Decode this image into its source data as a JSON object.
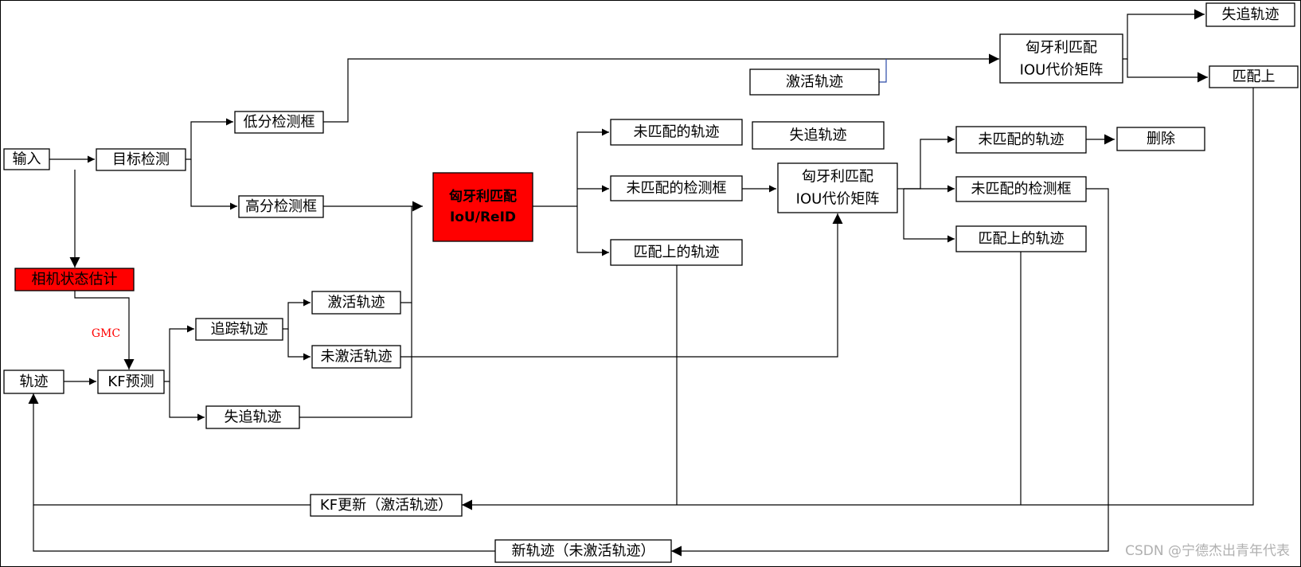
{
  "nodes": {
    "input": "输入",
    "target_detect": "目标检测",
    "low_score": "低分检测框",
    "high_score": "高分检测框",
    "camera_state": "相机状态估计",
    "tracks": "轨迹",
    "kf_predict": "KF预测",
    "tracking_tracks": "追踪轨迹",
    "activated": "激活轨迹",
    "unactivated": "未激活轨迹",
    "lost_left": "失追轨迹",
    "hungarian_main_1": "匈牙利匹配",
    "hungarian_main_2": "IoU/ReID",
    "unmatched_tracks": "未匹配的轨迹",
    "unmatched_dets": "未匹配的检测框",
    "matched_tracks": "匹配上的轨迹",
    "lost_mid": "失追轨迹",
    "hungarian_mid_1": "匈牙利匹配",
    "hungarian_mid_2": "IOU代价矩阵",
    "unmatched_tracks_r": "未匹配的轨迹",
    "delete": "删除",
    "unmatched_dets_r": "未匹配的检测框",
    "matched_tracks_r": "匹配上的轨迹",
    "activated_top": "激活轨迹",
    "hungarian_top_1": "匈牙利匹配",
    "hungarian_top_2": "IOU代价矩阵",
    "lost_top": "失追轨迹",
    "matched_top": "匹配上",
    "kf_update": "KF更新（激活轨迹）",
    "new_tracks": "新轨迹（未激活轨迹）"
  },
  "edge_labels": {
    "gmc": "GMC"
  },
  "watermark": "CSDN @宁德杰出青年代表",
  "colors": {
    "highlight": "#ff0000",
    "line": "#000000",
    "blue_line": "#2a4aa8"
  }
}
